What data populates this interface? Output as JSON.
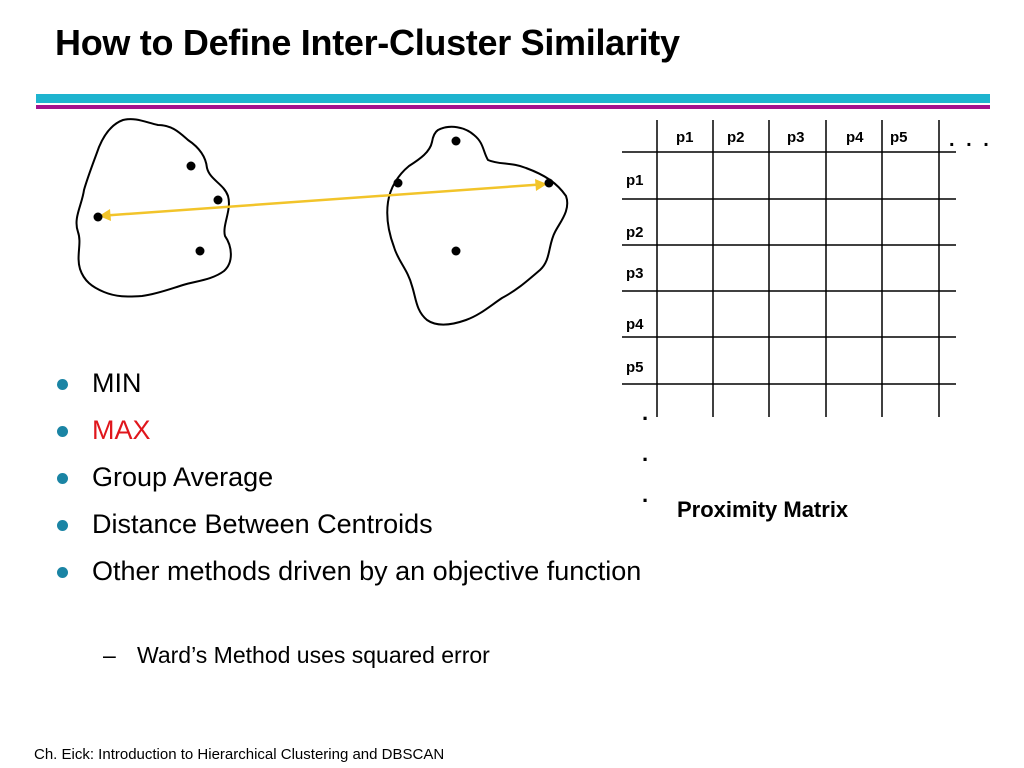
{
  "slide": {
    "title": "How to Define Inter-Cluster Similarity",
    "colors": {
      "rule_cyan": "#1EB4CF",
      "rule_magenta": "#A3128E",
      "bullet": "#1A84A4",
      "highlight": "#E0161C",
      "connector": "#F2C42A"
    },
    "bullets": [
      {
        "text": "MIN",
        "highlighted": false
      },
      {
        "text": "MAX",
        "highlighted": true
      },
      {
        "text": "Group Average",
        "highlighted": false
      },
      {
        "text": "Distance Between Centroids",
        "highlighted": false
      },
      {
        "text": "Other methods driven by an objective function",
        "highlighted": false
      }
    ],
    "sub_bullet": {
      "dash": "–",
      "text": "Ward’s Method uses squared error"
    },
    "matrix": {
      "column_headers": [
        "p1",
        "p2",
        "p3",
        "p4",
        "p5"
      ],
      "row_headers": [
        "p1",
        "p2",
        "p3",
        "p4",
        "p5"
      ],
      "column_ellipsis": ". . .",
      "row_ellipsis": [
        ".",
        ".",
        "."
      ],
      "caption": "Proximity Matrix"
    },
    "footer": "Ch. Eick: Introduction to Hierarchical Clustering and DBSCAN"
  }
}
